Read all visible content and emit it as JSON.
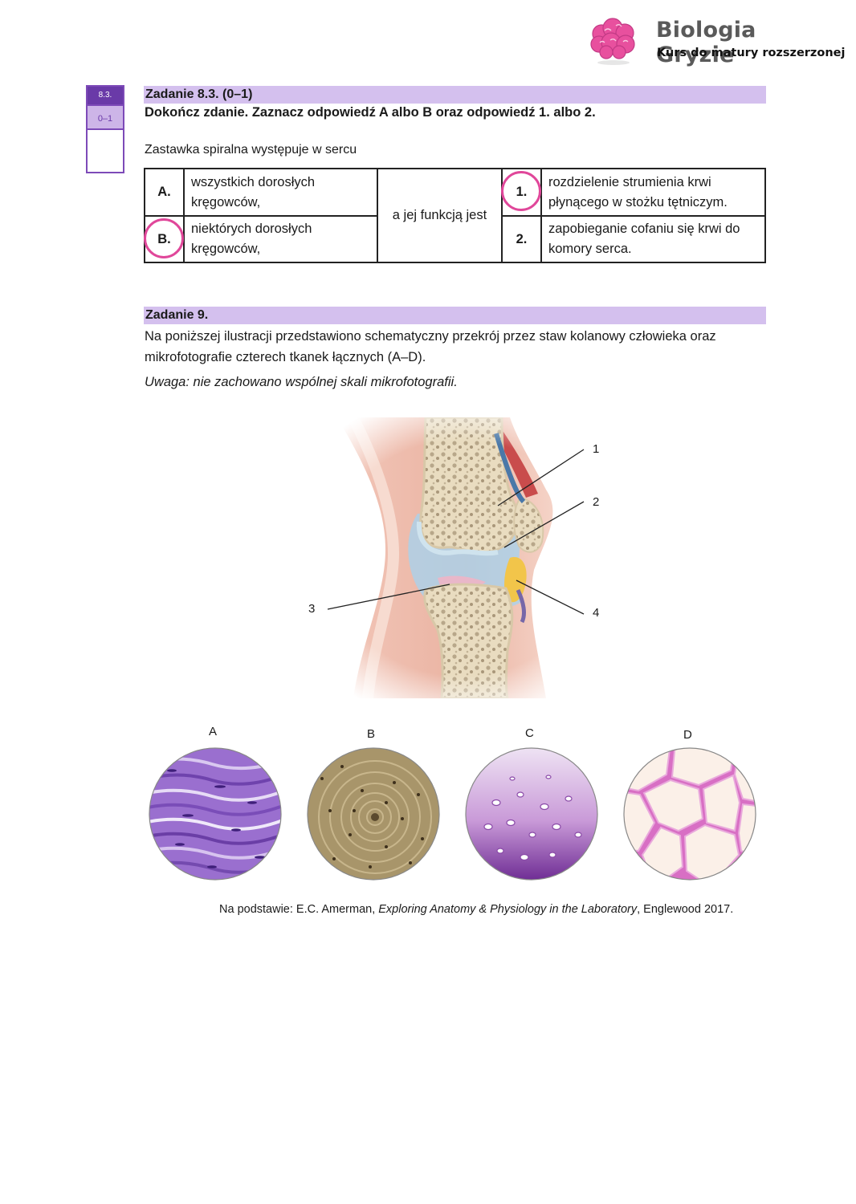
{
  "logo": {
    "brand": "Biologia Gryzie",
    "tagline": "Kurs do matury rozszerzonej",
    "icon": "brain-icon",
    "color": "#e8509e"
  },
  "scorebox": {
    "task": "8.3.",
    "points": "0–1"
  },
  "task83": {
    "header": "Zadanie 8.3. (0–1)",
    "instruction": "Dokończ zdanie. Zaznacz odpowiedź A albo B oraz odpowiedź 1. albo 2.",
    "lead": "Zastawka spiralna występuje w sercu",
    "middle": "a jej funkcją jest",
    "options_letter": [
      {
        "label": "A.",
        "text": "wszystkich dorosłych kręgowców,",
        "circled": false
      },
      {
        "label": "B.",
        "text": "niektórych dorosłych kręgowców,",
        "circled": true
      }
    ],
    "options_number": [
      {
        "label": "1.",
        "text": "rozdzielenie strumienia krwi płynącego w stożku tętniczym.",
        "circled": true
      },
      {
        "label": "2.",
        "text": "zapobieganie cofaniu się krwi do komory serca.",
        "circled": false
      }
    ],
    "highlight_color": "#d4c0ee",
    "circle_color": "#e0479a"
  },
  "task9": {
    "header": "Zadanie 9.",
    "text": "Na poniższej ilustracji przedstawiono schematyczny przekrój przez staw kolanowy człowieka oraz mikrofotografie czterech tkanek łącznych (A–D).",
    "note": "Uwaga: nie zachowano wspólnej skali mikrofotografii.",
    "knee_labels": [
      "1",
      "2",
      "3",
      "4"
    ],
    "micro_labels": [
      "A",
      "B",
      "C",
      "D"
    ]
  },
  "source": {
    "prefix": "Na podstawie: E.C. Amerman, ",
    "title": "Exploring Anatomy & Physiology in the Laboratory",
    "suffix": ", Englewood 2017."
  }
}
